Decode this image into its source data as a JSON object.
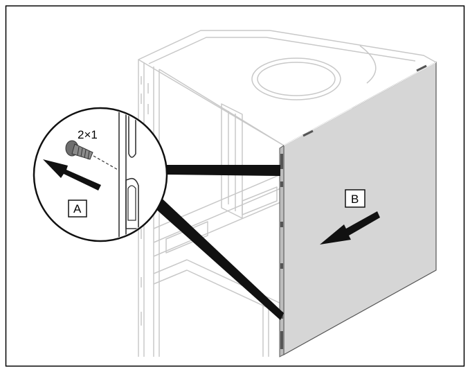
{
  "figure": {
    "callouts": {
      "a": "A",
      "b": "B"
    },
    "quantity": "2×1",
    "colors": {
      "frame": "#000000",
      "housing_line": "#c8c8c8",
      "panel_fill": "#d6d6d6",
      "zoom_fill": "#ffffff",
      "arrow": "#111111",
      "screw": "#707070"
    }
  }
}
